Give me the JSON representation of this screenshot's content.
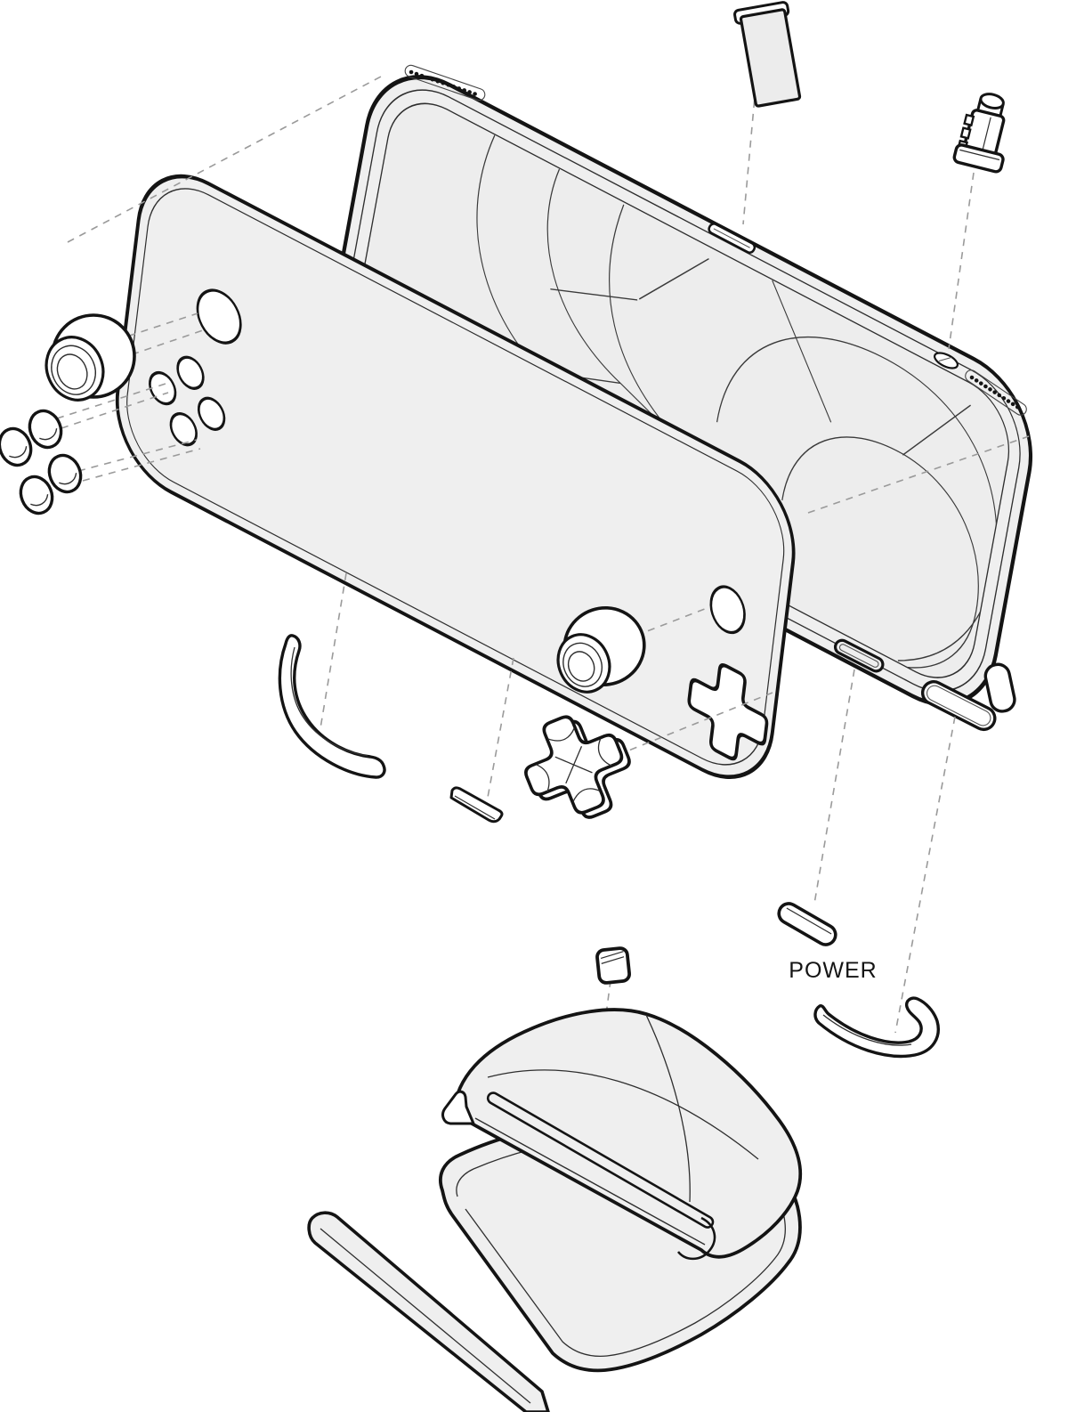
{
  "diagram": {
    "type": "exploded-view technical illustration",
    "subject": "handheld gaming console with dock stand",
    "parts": [
      "rear-shell-with-screen",
      "front-faceplate",
      "sd-card",
      "side-connector-module",
      "left-thumbstick",
      "face-button-caps",
      "right-thumbstick",
      "d-pad",
      "d-pad-cutout",
      "left-grip-trim",
      "edge-insert-bar",
      "power-button",
      "right-grip-trim",
      "corner-port",
      "rubber-foot-cap",
      "dock-cover",
      "dock-base",
      "dock-front-trim",
      "speaker-grilles",
      "sd-card-slot",
      "power-button-slot",
      "grip-slot"
    ]
  },
  "labels": {
    "power": "POWER"
  },
  "colors": {
    "background": "#ffffff",
    "outline": "#141414",
    "panel_fill": "#efefef",
    "screen_fill": "#ededed",
    "component_fill": "#ffffff",
    "detail_line": "#2e2e2e",
    "guide_line": "#9a9a9a"
  }
}
